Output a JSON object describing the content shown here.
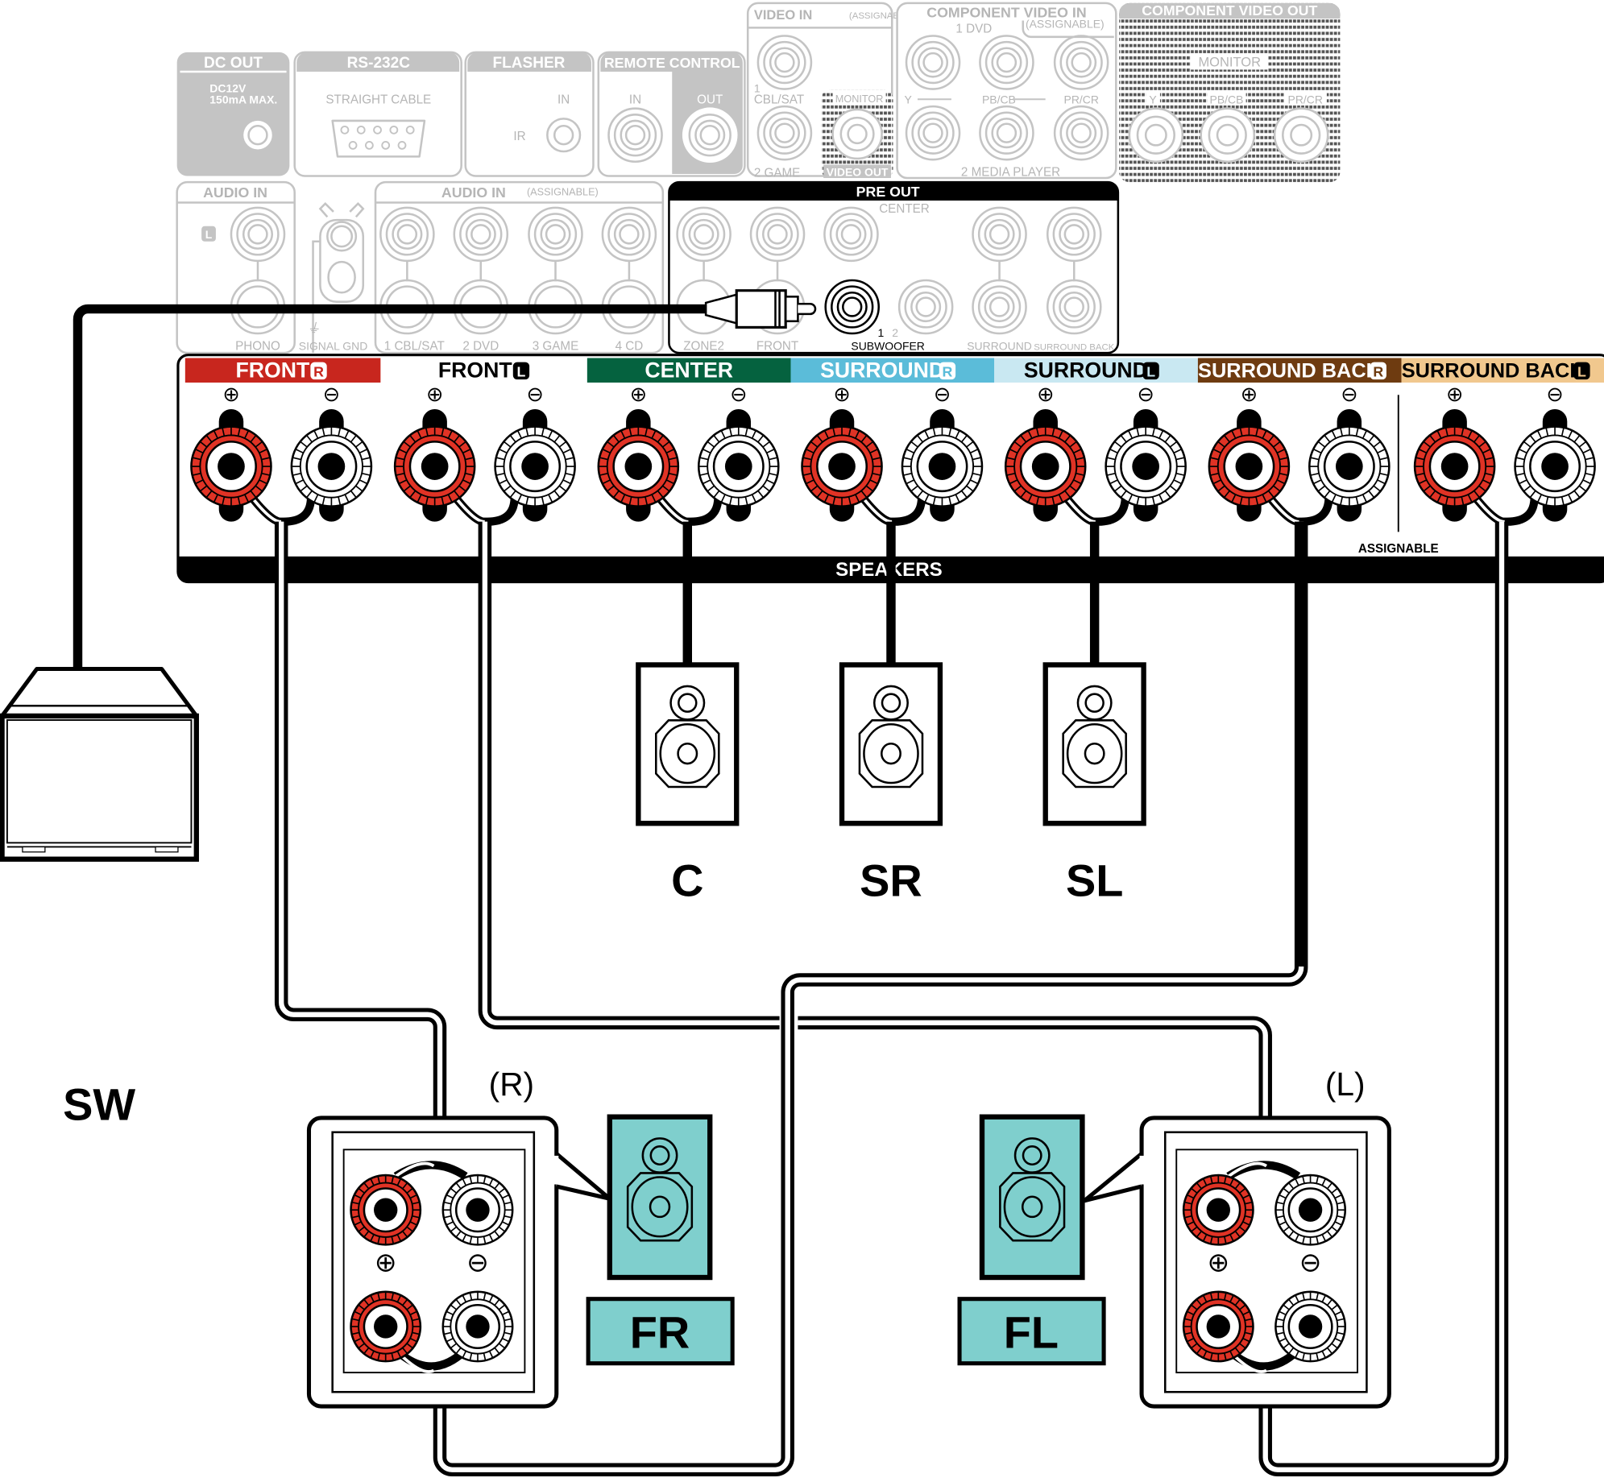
{
  "title": "Speaker connection diagram (5.1-channel with subwoofer)",
  "rear_panel": {
    "top_sections": [
      {
        "id": "dc_out",
        "label": "DC OUT",
        "sub": [
          "DC12V",
          "150mA MAX."
        ]
      },
      {
        "id": "rs232c",
        "label": "RS-232C",
        "sub": [
          "STRAIGHT CABLE"
        ]
      },
      {
        "id": "flasher",
        "label": "FLASHER",
        "sub": [
          "IN",
          "IR"
        ]
      },
      {
        "id": "remote_control",
        "label": "REMOTE CONTROL",
        "sub": [
          "IN",
          "OUT"
        ]
      },
      {
        "id": "video_in",
        "label": "VIDEO IN",
        "label_note": "(ASSIGNABLE)",
        "sub": [
          "1",
          "CBL/SAT",
          "2 GAME"
        ]
      },
      {
        "id": "video_out",
        "label": "VIDEO OUT",
        "sub": [
          "MONITOR"
        ]
      },
      {
        "id": "component_video_in",
        "label": "COMPONENT VIDEO IN",
        "label_note": "(ASSIGNABLE)",
        "sub": [
          "1 DVD",
          "Y",
          "PB/CB",
          "PR/CR",
          "2 MEDIA PLAYER"
        ]
      },
      {
        "id": "component_video_out",
        "label": "COMPONENT VIDEO OUT",
        "sub": [
          "MONITOR",
          "Y",
          "PB/CB",
          "PR/CR"
        ]
      }
    ],
    "audio_in": {
      "label": "AUDIO IN",
      "channel_marker": "L",
      "jack_label": "PHONO"
    },
    "signal_gnd": {
      "label": "SIGNAL GND"
    },
    "audio_in_assignable": {
      "label": "AUDIO IN",
      "label_note": "(ASSIGNABLE)",
      "jacks": [
        "1 CBL/SAT",
        "2 DVD",
        "3 GAME",
        "4 CD"
      ]
    },
    "pre_out": {
      "label": "PRE OUT",
      "top_labels": [
        "CENTER"
      ],
      "bottom_labels": [
        "ZONE2",
        "FRONT",
        "SUBWOOFER",
        "SURROUND",
        "SURROUND BACK"
      ],
      "subwoofer_numbers": [
        "1",
        "2"
      ]
    }
  },
  "speaker_terminals": {
    "channels": [
      {
        "label": "FRONT",
        "badge": "R",
        "color": "#c8261e",
        "text_color": "#ffffff"
      },
      {
        "label": "FRONT",
        "badge": "L",
        "color": "#ffffff",
        "text_color": "#000000"
      },
      {
        "label": "CENTER",
        "badge": "",
        "color": "#05623f",
        "text_color": "#ffffff"
      },
      {
        "label": "SURROUND",
        "badge": "R",
        "color": "#5bbcd9",
        "text_color": "#ffffff"
      },
      {
        "label": "SURROUND",
        "badge": "L",
        "color": "#c9e8f2",
        "text_color": "#000000"
      },
      {
        "label": "SURROUND BACK",
        "badge": "R",
        "color": "#6e3b10",
        "text_color": "#ffffff"
      },
      {
        "label": "SURROUND BACK",
        "badge": "L",
        "color": "#f1c88e",
        "text_color": "#000000"
      }
    ],
    "plus_symbol": "⊕",
    "minus_symbol": "⊖",
    "section_label": "SPEAKERS",
    "assignable_label": "ASSIGNABLE"
  },
  "speakers": {
    "subwoofer": "SW",
    "center": "C",
    "surround_right": "SR",
    "surround_left": "SL",
    "front_right": "FR",
    "front_left": "FL",
    "front_right_side": "(R)",
    "front_left_side": "(L)"
  },
  "colors": {
    "terminal_plus": "#e03325",
    "speaker_highlight": "#7fcfcd",
    "panel_gray": "#c4c4c4"
  }
}
